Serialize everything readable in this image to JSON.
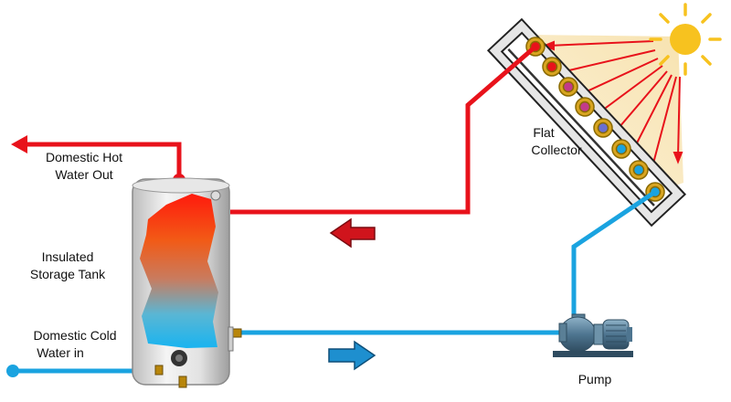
{
  "labels": {
    "hot_out_line1": "Domestic Hot",
    "hot_out_line2": "Water Out",
    "tank_line1": "Insulated",
    "tank_line2": "Storage Tank",
    "cold_in_line1": "Domestic Cold",
    "cold_in_line2": "Water in",
    "collector_line1": "Flat",
    "collector_line2": "Collector",
    "pump": "Pump"
  },
  "colors": {
    "hot_pipe": "#e8121b",
    "cold_pipe": "#1aa3e0",
    "tank_body": "#d9d9d9",
    "sun": "#f7c21f",
    "sun_rays": "#e8121b",
    "collector_frame": "#d9d9d9",
    "pump_body": "#5a7f96"
  },
  "icons": {
    "sun": "sun-icon",
    "pump": "pump-icon",
    "tank": "storage-tank-icon",
    "collector": "flat-collector-icon",
    "hot_flow_arrow": "arrow-left-icon",
    "cold_flow_arrow": "arrow-right-icon"
  }
}
